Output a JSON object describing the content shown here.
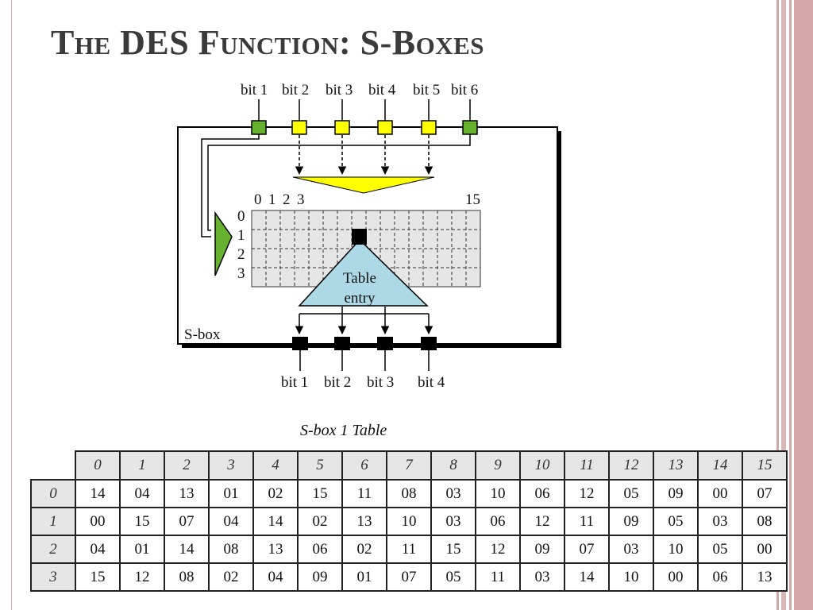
{
  "title": "The DES Function: S-Boxes",
  "diagram": {
    "input_bits": [
      "bit 1",
      "bit 2",
      "bit 3",
      "bit 4",
      "bit 5",
      "bit 6"
    ],
    "output_bits": [
      "bit 1",
      "bit 2",
      "bit 3",
      "bit 4"
    ],
    "col_labels": [
      "0",
      "1",
      "2",
      "3",
      "15"
    ],
    "row_labels": [
      "0",
      "1",
      "2",
      "3"
    ],
    "entry_label_line1": "Table",
    "entry_label_line2": "entry",
    "sbox_label": "S-box",
    "colors": {
      "outer_bits": "#66b22e",
      "middle_bits": "#ffff00",
      "grid": "#e6e6e6",
      "entry": "#add8e6"
    }
  },
  "table": {
    "caption": "S-box 1 Table",
    "columns": [
      "0",
      "1",
      "2",
      "3",
      "4",
      "5",
      "6",
      "7",
      "8",
      "9",
      "10",
      "11",
      "12",
      "13",
      "14",
      "15"
    ],
    "rows": [
      {
        "label": "0",
        "values": [
          "14",
          "04",
          "13",
          "01",
          "02",
          "15",
          "11",
          "08",
          "03",
          "10",
          "06",
          "12",
          "05",
          "09",
          "00",
          "07"
        ]
      },
      {
        "label": "1",
        "values": [
          "00",
          "15",
          "07",
          "04",
          "14",
          "02",
          "13",
          "10",
          "03",
          "06",
          "12",
          "11",
          "09",
          "05",
          "03",
          "08"
        ]
      },
      {
        "label": "2",
        "values": [
          "04",
          "01",
          "14",
          "08",
          "13",
          "06",
          "02",
          "11",
          "15",
          "12",
          "09",
          "07",
          "03",
          "10",
          "05",
          "00"
        ]
      },
      {
        "label": "3",
        "values": [
          "15",
          "12",
          "08",
          "02",
          "04",
          "09",
          "01",
          "07",
          "05",
          "11",
          "03",
          "14",
          "10",
          "00",
          "06",
          "13"
        ]
      }
    ]
  }
}
